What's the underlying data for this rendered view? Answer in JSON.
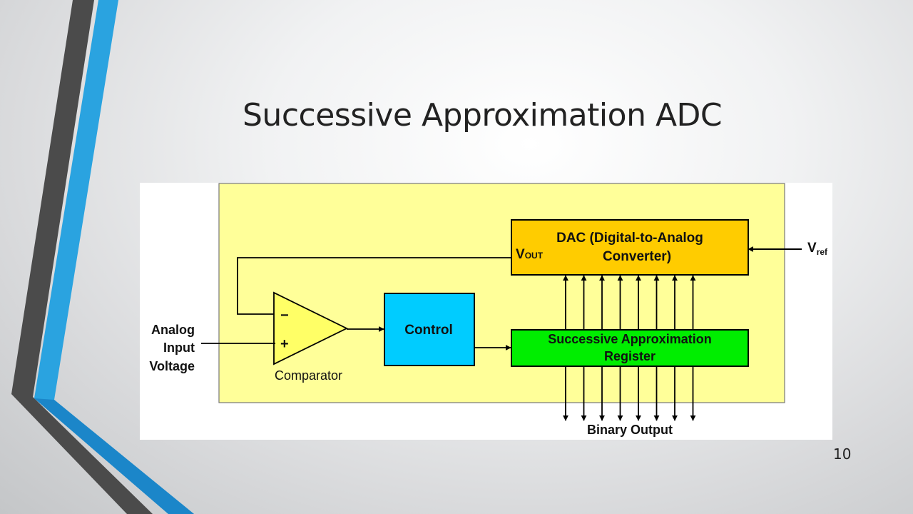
{
  "slide": {
    "title": "Successive Approximation ADC",
    "page_number": "10"
  },
  "diagram": {
    "dac_label_line1": "DAC (Digital-to-Analog",
    "dac_label_line2": "Converter)",
    "vout_main": "V",
    "vout_sub": "OUT",
    "vref_main": "V",
    "vref_sub": "ref",
    "comparator_minus": "−",
    "comparator_plus": "+",
    "comparator_label": "Comparator",
    "control_label": "Control",
    "sar_label_line1": "Successive Approximation",
    "sar_label_line2": "Register",
    "input_line1": "Analog",
    "input_line2": "Input",
    "input_line3": "Voltage",
    "output_label": "Binary Output",
    "bit_count": 8
  },
  "colors": {
    "accent_blue": "#2aa3e0",
    "accent_dark": "#4a4a4a",
    "panel_fill": "#ffff99",
    "dac_fill": "#ffcc00",
    "control_fill": "#00ccff",
    "sar_fill": "#00ee00",
    "comparator_fill": "#ffff66"
  }
}
